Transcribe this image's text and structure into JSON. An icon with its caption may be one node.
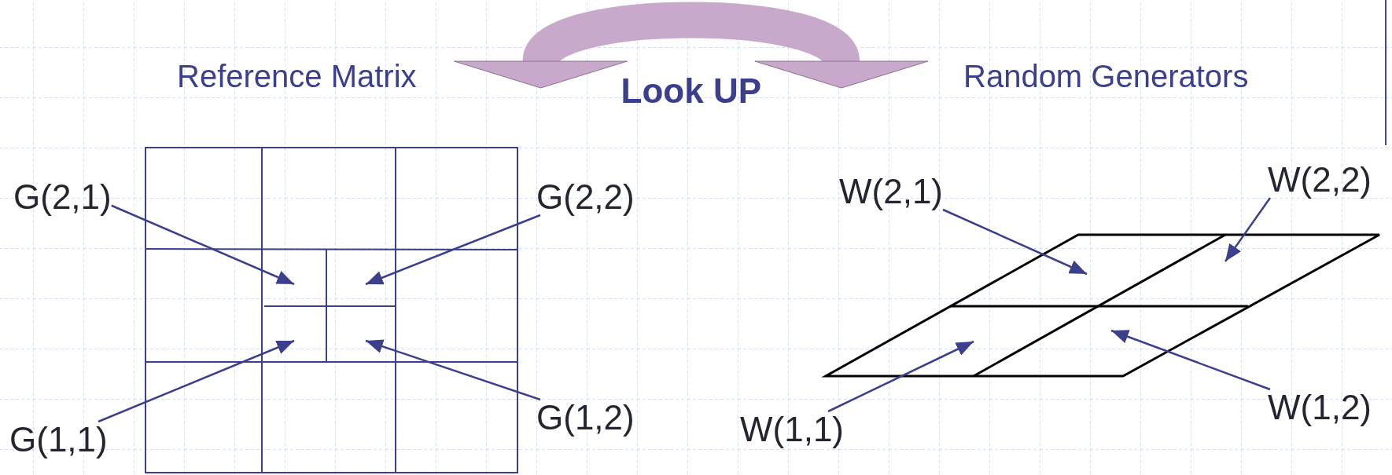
{
  "diagram": {
    "nodes": [
      {
        "text": [
          "Reference Matrix"
        ]
      },
      {
        "text": [
          "Random Generators"
        ]
      },
      {
        "text": [
          "G(2,1)"
        ]
      },
      {
        "text": [
          "G(2,2)"
        ]
      },
      {
        "text": [
          "G(1,1)"
        ]
      },
      {
        "text": [
          "G(1,2)"
        ]
      },
      {
        "text": [
          "W(2,1)"
        ]
      },
      {
        "text": [
          "W(2,2)"
        ]
      },
      {
        "text": [
          "W(1,1)"
        ]
      },
      {
        "text": [
          "W(1,2)"
        ]
      }
    ],
    "edges": [
      {
        "from": 0,
        "to": 1,
        "arrow": "both",
        "label": "Look UP",
        "style": "thick",
        "color": "#c8a9cc"
      },
      {
        "from": 2,
        "to": null,
        "arrow": "to"
      },
      {
        "from": 3,
        "to": null,
        "arrow": "to"
      },
      {
        "from": 4,
        "to": null,
        "arrow": "to"
      },
      {
        "from": 5,
        "to": null,
        "arrow": "to"
      },
      {
        "from": 6,
        "to": null,
        "arrow": "to"
      },
      {
        "from": 7,
        "to": null,
        "arrow": "to"
      },
      {
        "from": 8,
        "to": null,
        "arrow": "to"
      },
      {
        "from": 9,
        "to": null,
        "arrow": "to"
      }
    ]
  }
}
